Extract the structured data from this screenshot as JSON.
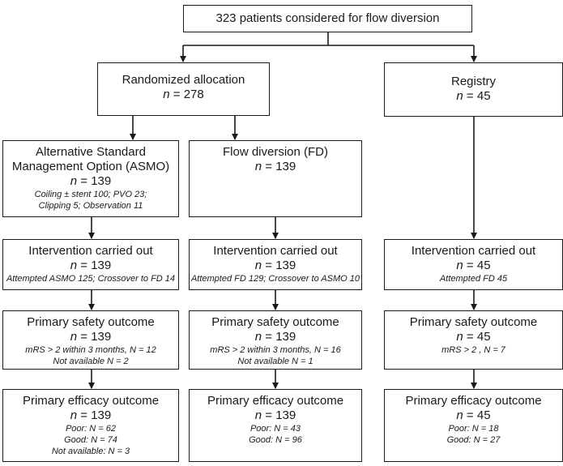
{
  "top": {
    "title": "323 patients considered for flow diversion"
  },
  "randomized": {
    "title": "Randomized allocation",
    "n": "278"
  },
  "registry": {
    "title": "Registry",
    "n": "45"
  },
  "asmo": {
    "title_line1": "Alternative Standard",
    "title_line2": "Management Option (ASMO)",
    "n": "139",
    "sub1": "Coiling ± stent 100; PVO 23;",
    "sub2": "Clipping 5; Observation 11"
  },
  "fd": {
    "title": "Flow diversion (FD)",
    "n": "139"
  },
  "intervention": {
    "asmo": {
      "title": "Intervention carried out",
      "n": "139",
      "sub1": "Attempted ASMO 125; Crossover to FD 14"
    },
    "fd": {
      "title": "Intervention carried out",
      "n": "139",
      "sub1": "Attempted FD 129; Crossover to ASMO 10"
    },
    "registry": {
      "title": "Intervention carried out",
      "n": "45",
      "sub1": "Attempted FD 45"
    }
  },
  "safety": {
    "asmo": {
      "title": "Primary safety outcome",
      "n": "139",
      "sub1": "mRS > 2 within 3 months, N = 12",
      "sub2": "Not available N = 2"
    },
    "fd": {
      "title": "Primary safety outcome",
      "n": "139",
      "sub1": "mRS > 2 within 3 months, N = 16",
      "sub2": "Not available N = 1"
    },
    "registry": {
      "title": "Primary safety outcome",
      "n": "45",
      "sub1": "mRS > 2 , N = 7"
    }
  },
  "efficacy": {
    "asmo": {
      "title": "Primary efficacy outcome",
      "n": "139",
      "sub1": "Poor: N = 62",
      "sub2": "Good: N = 74",
      "sub3": "Not available: N = 3"
    },
    "fd": {
      "title": "Primary efficacy outcome",
      "n": "139",
      "sub1": "Poor: N = 43",
      "sub2": "Good: N = 96"
    },
    "registry": {
      "title": "Primary efficacy outcome",
      "n": "45",
      "sub1": "Poor: N = 18",
      "sub2": "Good: N = 27"
    }
  },
  "labels": {
    "n_symbol": "n",
    "n_equals": " = "
  },
  "colors": {
    "line": "#1a1a1a",
    "background": "#ffffff"
  }
}
